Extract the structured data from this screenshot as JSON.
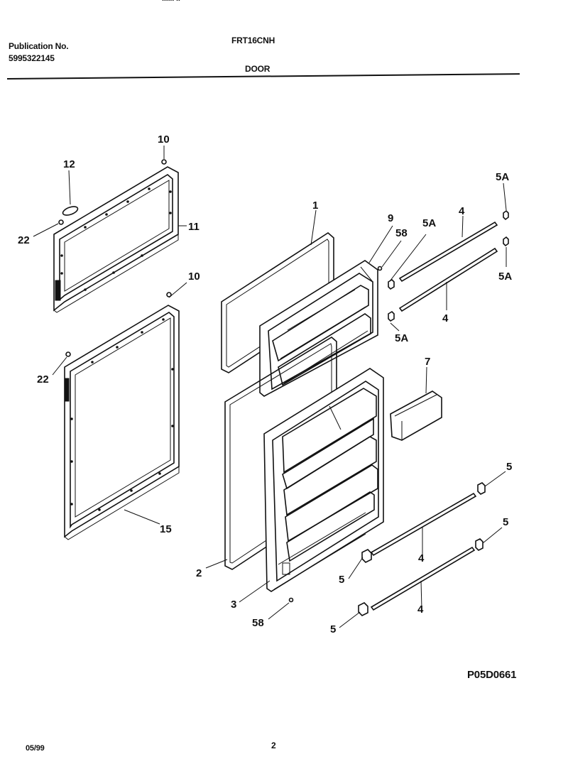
{
  "header": {
    "top_fragment": "...... ..",
    "publication_label": "Publication No.",
    "publication_number": "5995322145",
    "model": "FRT16CNH",
    "section": "DOOR"
  },
  "footer": {
    "date": "05/99",
    "page": "2",
    "drawing_code": "P05D0661"
  },
  "callouts": {
    "c1": "1",
    "c2": "2",
    "c3": "3",
    "c4a": "4",
    "c4b": "4",
    "c4c": "4",
    "c4d": "4",
    "c5a": "5",
    "c5b": "5",
    "c5c": "5",
    "c5d": "5",
    "c5A_a": "5A",
    "c5A_b": "5A",
    "c5A_c": "5A",
    "c5A_d": "5A",
    "c7": "7",
    "c9": "9",
    "c10a": "10",
    "c10b": "10",
    "c11": "11",
    "c12": "12",
    "c15": "15",
    "c22a": "22",
    "c22b": "22",
    "c58a": "58",
    "c58b": "58"
  }
}
